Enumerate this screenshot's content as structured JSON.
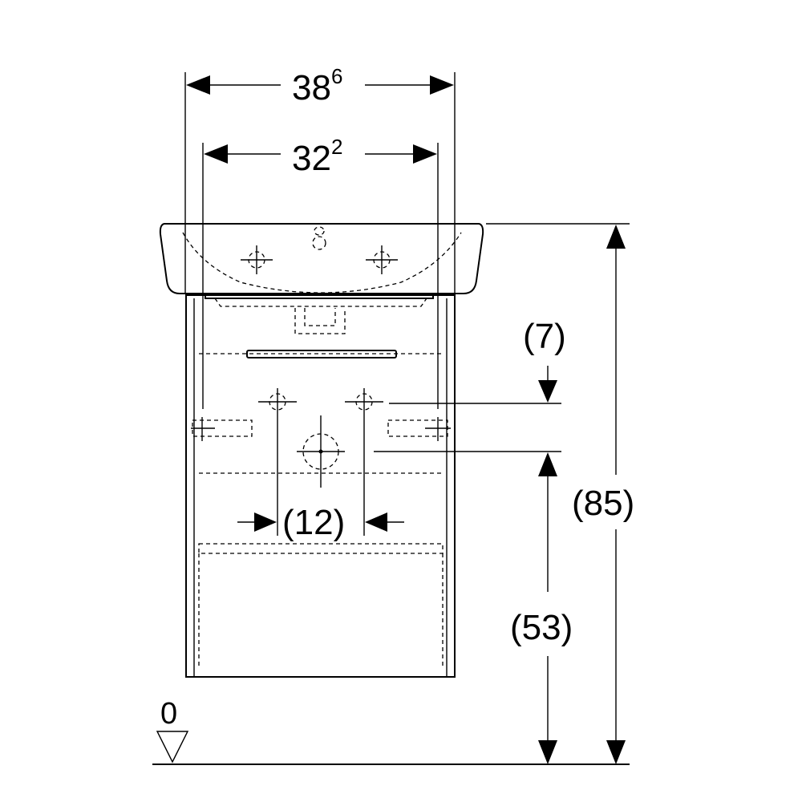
{
  "dimensions": {
    "width_outer": {
      "base": "38",
      "sup": "6"
    },
    "width_inner": {
      "base": "32",
      "sup": "2"
    },
    "drain_offset": "(7)",
    "tap_spacing": "(12)",
    "total_height": "(85)",
    "drain_height": "(53)"
  },
  "floor_marker": {
    "label": "0"
  }
}
